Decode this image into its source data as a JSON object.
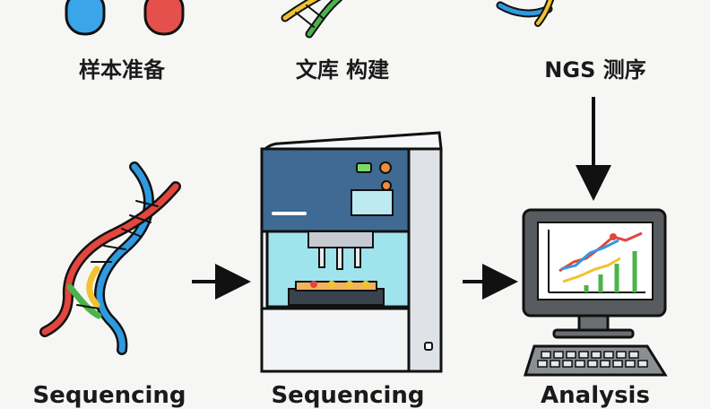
{
  "labels": {
    "sample_prep": "样本准备",
    "library_build": "文库 构建",
    "ngs_sequencing": "NGS 测序",
    "bottom_left": "Sequencing",
    "bottom_middle": "Sequencing",
    "bottom_right": "Analysis"
  },
  "colors": {
    "background": "#f6f6f4",
    "machine_top": "#3f6a93",
    "machine_body": "#e9ecef",
    "machine_window": "#9fe3ec",
    "monitor_frame": "#585c60",
    "dna_blue": "#2f9ae0",
    "dna_red": "#e2463d",
    "dna_yellow": "#f2c230",
    "dna_green": "#4bb34a"
  }
}
